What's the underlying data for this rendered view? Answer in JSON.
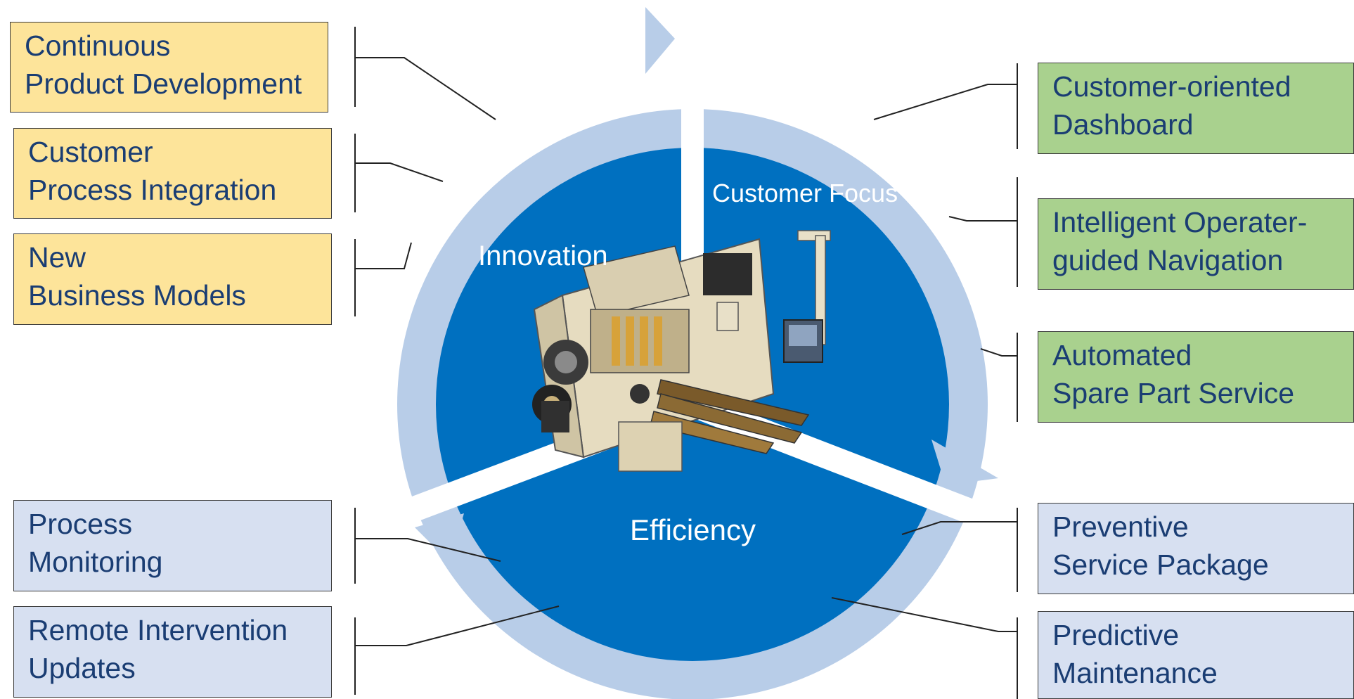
{
  "colors": {
    "ring": "#b8cde8",
    "disc": "#0070c0",
    "yellow_box": "#fde49a",
    "green_box": "#a9d18e",
    "blue_box": "#d7e0f1",
    "text": "#1a3d73"
  },
  "segments": {
    "innovation": "Innovation",
    "customer_focus": "Customer Focus",
    "efficiency": "Efficiency"
  },
  "center_image": "machine-illustration",
  "innovation_items": [
    {
      "line1": "Continuous",
      "line2": "Product Development"
    },
    {
      "line1": "Customer",
      "line2": "Process Integration"
    },
    {
      "line1": "New",
      "line2": "Business Models"
    }
  ],
  "customer_items": [
    {
      "line1": "Customer-oriented",
      "line2": "Dashboard"
    },
    {
      "line1": "Intelligent Operater-",
      "line2": "guided Navigation"
    },
    {
      "line1": "Automated",
      "line2": "Spare Part Service"
    }
  ],
  "efficiency_left_items": [
    {
      "line1": "Process",
      "line2": "Monitoring"
    },
    {
      "line1": "Remote Intervention",
      "line2": "Updates"
    }
  ],
  "efficiency_right_items": [
    {
      "line1": "Preventive",
      "line2": "Service Package"
    },
    {
      "line1": "Predictive",
      "line2": "Maintenance"
    }
  ]
}
